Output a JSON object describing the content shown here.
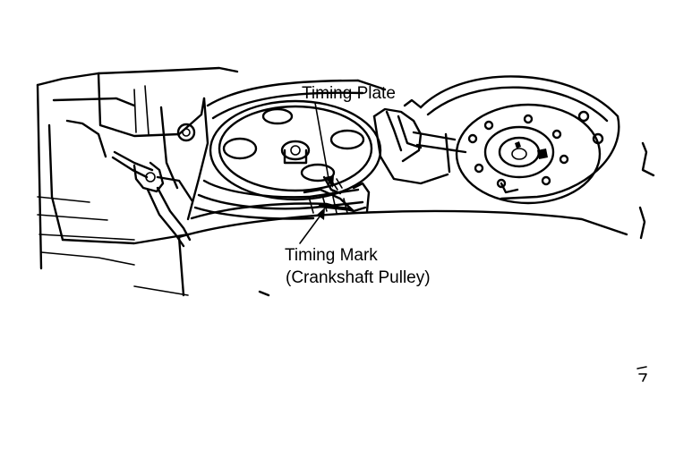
{
  "labels": {
    "timing_plate": "Timing Plate",
    "timing_mark_line1": "Timing Mark",
    "timing_mark_line2": "(Crankshaft Pulley)"
  }
}
